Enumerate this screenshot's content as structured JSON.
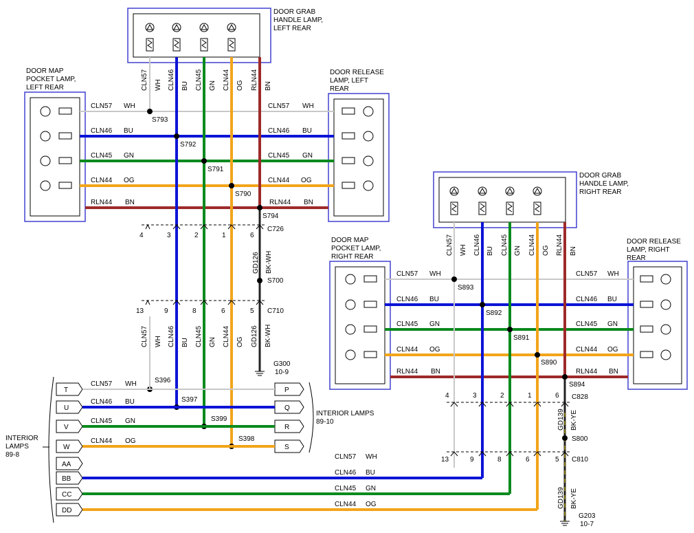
{
  "colors": {
    "WH": "#c8c8c8",
    "BU": "#0a14d6",
    "GN": "#0a8a1e",
    "OG": "#f2a51a",
    "BN": "#9e2a2a",
    "BK-YE": "#222222",
    "component_border": "#4040d0"
  },
  "components": {
    "grab_left_title": [
      "DOOR GRAB",
      "HANDLE LAMP,",
      "LEFT REAR"
    ],
    "map_left_title": [
      "DOOR MAP",
      "POCKET LAMP,",
      "LEFT REAR"
    ],
    "release_left_title": [
      "DOOR RELEASE",
      "LAMP, LEFT",
      "REAR"
    ],
    "grab_right_title": [
      "DOOR GRAB",
      "HANDLE LAMP,",
      "RIGHT REAR"
    ],
    "map_right_title": [
      "DOOR MAP",
      "POCKET LAMP,",
      "RIGHT REAR"
    ],
    "release_right_title": [
      "DOOR RELEASE",
      "LAMP, RIGHT",
      "REAR"
    ],
    "interior_lamps_left": [
      "INTERIOR",
      "LAMPS",
      "89-8"
    ],
    "interior_lamps_right": [
      "INTERIOR LAMPS",
      "89-10"
    ]
  },
  "circuits": {
    "cln57": "CLN57",
    "wh": "WH",
    "cln46": "CLN46",
    "bu": "BU",
    "cln45": "CLN45",
    "gn": "GN",
    "cln44": "CLN44",
    "og": "OG",
    "rln44": "RLN44",
    "bn": "BN",
    "gd126": "GD126",
    "bkwh": "BK-WH",
    "gd139": "GD139",
    "bkye": "BK-YE"
  },
  "splices": {
    "s793": "S793",
    "s792": "S792",
    "s791": "S791",
    "s790": "S790",
    "s794": "S794",
    "s700": "S700",
    "s893": "S893",
    "s892": "S892",
    "s891": "S891",
    "s890": "S890",
    "s894": "S894",
    "s800": "S800",
    "s396": "S396",
    "s397": "S397",
    "s399": "S399",
    "s398": "S398"
  },
  "connectors": {
    "c726": "C726",
    "c710": "C710",
    "c828": "C828",
    "c810": "C810",
    "c726_pins": [
      "4",
      "3",
      "2",
      "1",
      "6"
    ],
    "c710_pins": [
      "13",
      "9",
      "8",
      "6",
      "5"
    ],
    "c828_pins": [
      "4",
      "3",
      "2",
      "1",
      "6"
    ],
    "c810_pins": [
      "13",
      "9",
      "8",
      "6",
      "5"
    ]
  },
  "grounds": {
    "g300": "G300",
    "g300_ref": "10-9",
    "g203": "G203",
    "g203_ref": "10-7"
  },
  "terminals": {
    "left": [
      "T",
      "U",
      "V",
      "W",
      "AA",
      "BB",
      "CC",
      "DD"
    ],
    "right": [
      "P",
      "Q",
      "R",
      "S"
    ]
  }
}
